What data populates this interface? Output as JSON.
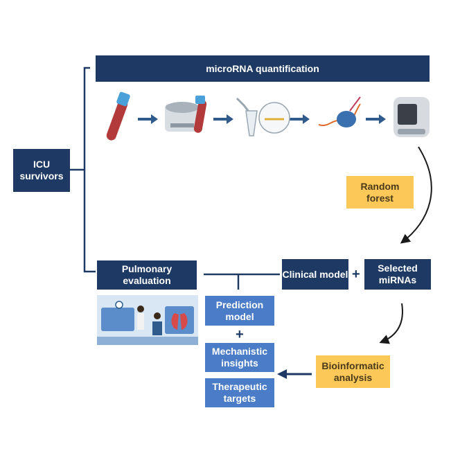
{
  "start": {
    "label": "ICU survivors"
  },
  "workflow": {
    "header": "microRNA quantification",
    "steps": [
      {
        "icon": "blood-tube-icon"
      },
      {
        "icon": "centrifuge-icon"
      },
      {
        "icon": "pipette-tube-icon"
      },
      {
        "icon": "rna-enzyme-icon"
      },
      {
        "icon": "pcr-machine-icon"
      }
    ]
  },
  "random_forest": {
    "label": "Random forest"
  },
  "selected_mirnas": {
    "label": "Selected miRNAs"
  },
  "clinical_model": {
    "label": "Clinical model"
  },
  "pulmonary": {
    "label": "Pulmonary evaluation"
  },
  "outputs": {
    "prediction": "Prediction model",
    "mechanistic": "Mechanistic insights",
    "therapeutic": "Therapeutic targets"
  },
  "bioinformatic": {
    "label": "Bioinformatic analysis"
  },
  "plus_symbol": "+",
  "colors": {
    "navy": "#1e3a64",
    "blue": "#4a7cc7",
    "orange": "#fcc858",
    "dark_arrow": "#1a1a1a"
  }
}
